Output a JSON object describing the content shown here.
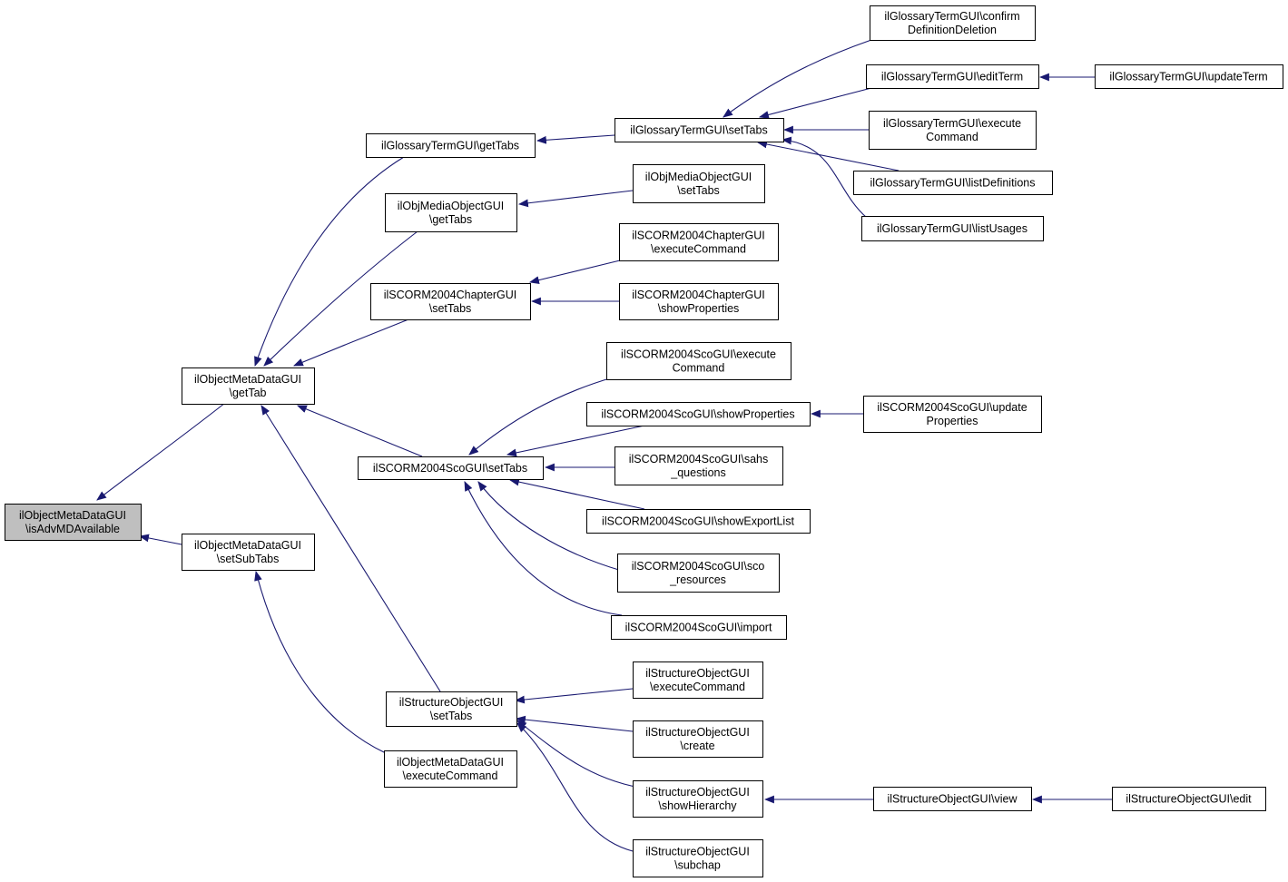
{
  "colors": {
    "edge": "#191970",
    "node_fill": "#ffffff",
    "node_border": "#000000",
    "root_fill": "#bfbfbf"
  },
  "nodes": [
    {
      "id": "root",
      "lines": [
        "ilObjectMetaDataGUI",
        "\\isAdvMDAvailable"
      ],
      "highlight": true
    },
    {
      "id": "gettab",
      "lines": [
        "ilObjectMetaDataGUI",
        "\\getTab"
      ]
    },
    {
      "id": "setsubtabs",
      "lines": [
        "ilObjectMetaDataGUI",
        "\\setSubTabs"
      ]
    },
    {
      "id": "gloss_gettabs",
      "lines": [
        "ilGlossaryTermGUI\\getTabs"
      ]
    },
    {
      "id": "objmedia_gettabs",
      "lines": [
        "ilObjMediaObjectGUI",
        "\\getTabs"
      ]
    },
    {
      "id": "chapter_settabs",
      "lines": [
        "ilSCORM2004ChapterGUI",
        "\\setTabs"
      ]
    },
    {
      "id": "sco_settabs",
      "lines": [
        "ilSCORM2004ScoGUI\\setTabs"
      ]
    },
    {
      "id": "struct_settabs",
      "lines": [
        "ilStructureObjectGUI",
        "\\setTabs"
      ]
    },
    {
      "id": "omd_execute",
      "lines": [
        "ilObjectMetaDataGUI",
        "\\executeCommand"
      ]
    },
    {
      "id": "gloss_settabs",
      "lines": [
        "ilGlossaryTermGUI\\setTabs"
      ]
    },
    {
      "id": "objmedia_settabs",
      "lines": [
        "ilObjMediaObjectGUI",
        "\\setTabs"
      ]
    },
    {
      "id": "chapter_execute",
      "lines": [
        "ilSCORM2004ChapterGUI",
        "\\executeCommand"
      ]
    },
    {
      "id": "chapter_showprops",
      "lines": [
        "ilSCORM2004ChapterGUI",
        "\\showProperties"
      ]
    },
    {
      "id": "sco_execute",
      "lines": [
        "ilSCORM2004ScoGUI\\execute",
        "Command"
      ]
    },
    {
      "id": "sco_showprops",
      "lines": [
        "ilSCORM2004ScoGUI\\showProperties"
      ]
    },
    {
      "id": "sco_sahs",
      "lines": [
        "ilSCORM2004ScoGUI\\sahs",
        "_questions"
      ]
    },
    {
      "id": "sco_exportlist",
      "lines": [
        "ilSCORM2004ScoGUI\\showExportList"
      ]
    },
    {
      "id": "sco_resources",
      "lines": [
        "ilSCORM2004ScoGUI\\sco",
        "_resources"
      ]
    },
    {
      "id": "sco_import",
      "lines": [
        "ilSCORM2004ScoGUI\\import"
      ]
    },
    {
      "id": "struct_execute",
      "lines": [
        "ilStructureObjectGUI",
        "\\executeCommand"
      ]
    },
    {
      "id": "struct_create",
      "lines": [
        "ilStructureObjectGUI",
        "\\create"
      ]
    },
    {
      "id": "struct_showhier",
      "lines": [
        "ilStructureObjectGUI",
        "\\showHierarchy"
      ]
    },
    {
      "id": "struct_subchap",
      "lines": [
        "ilStructureObjectGUI",
        "\\subchap"
      ]
    },
    {
      "id": "gloss_confirm",
      "lines": [
        "ilGlossaryTermGUI\\confirm",
        "DefinitionDeletion"
      ]
    },
    {
      "id": "gloss_editterm",
      "lines": [
        "ilGlossaryTermGUI\\editTerm"
      ]
    },
    {
      "id": "gloss_execute",
      "lines": [
        "ilGlossaryTermGUI\\execute",
        "Command"
      ]
    },
    {
      "id": "gloss_listdefs",
      "lines": [
        "ilGlossaryTermGUI\\listDefinitions"
      ]
    },
    {
      "id": "gloss_listusages",
      "lines": [
        "ilGlossaryTermGUI\\listUsages"
      ]
    },
    {
      "id": "gloss_updateterm",
      "lines": [
        "ilGlossaryTermGUI\\updateTerm"
      ]
    },
    {
      "id": "sco_updateprops",
      "lines": [
        "ilSCORM2004ScoGUI\\update",
        "Properties"
      ]
    },
    {
      "id": "struct_view",
      "lines": [
        "ilStructureObjectGUI\\view"
      ]
    },
    {
      "id": "struct_edit",
      "lines": [
        "ilStructureObjectGUI\\edit"
      ]
    }
  ],
  "edges": [
    {
      "from": "gettab",
      "to": "root"
    },
    {
      "from": "setsubtabs",
      "to": "root"
    },
    {
      "from": "gloss_gettabs",
      "to": "gettab"
    },
    {
      "from": "objmedia_gettabs",
      "to": "gettab"
    },
    {
      "from": "chapter_settabs",
      "to": "gettab"
    },
    {
      "from": "sco_settabs",
      "to": "gettab"
    },
    {
      "from": "struct_settabs",
      "to": "gettab"
    },
    {
      "from": "omd_execute",
      "to": "setsubtabs"
    },
    {
      "from": "gloss_settabs",
      "to": "gloss_gettabs"
    },
    {
      "from": "objmedia_settabs",
      "to": "objmedia_gettabs"
    },
    {
      "from": "chapter_execute",
      "to": "chapter_settabs"
    },
    {
      "from": "chapter_showprops",
      "to": "chapter_settabs"
    },
    {
      "from": "sco_execute",
      "to": "sco_settabs"
    },
    {
      "from": "sco_showprops",
      "to": "sco_settabs"
    },
    {
      "from": "sco_sahs",
      "to": "sco_settabs"
    },
    {
      "from": "sco_exportlist",
      "to": "sco_settabs"
    },
    {
      "from": "sco_resources",
      "to": "sco_settabs"
    },
    {
      "from": "sco_import",
      "to": "sco_settabs"
    },
    {
      "from": "struct_execute",
      "to": "struct_settabs"
    },
    {
      "from": "struct_create",
      "to": "struct_settabs"
    },
    {
      "from": "struct_showhier",
      "to": "struct_settabs"
    },
    {
      "from": "struct_subchap",
      "to": "struct_settabs"
    },
    {
      "from": "gloss_confirm",
      "to": "gloss_settabs"
    },
    {
      "from": "gloss_editterm",
      "to": "gloss_settabs"
    },
    {
      "from": "gloss_execute",
      "to": "gloss_settabs"
    },
    {
      "from": "gloss_listdefs",
      "to": "gloss_settabs"
    },
    {
      "from": "gloss_listusages",
      "to": "gloss_settabs"
    },
    {
      "from": "gloss_updateterm",
      "to": "gloss_editterm"
    },
    {
      "from": "sco_updateprops",
      "to": "sco_showprops"
    },
    {
      "from": "struct_view",
      "to": "struct_showhier"
    },
    {
      "from": "struct_edit",
      "to": "struct_view"
    }
  ]
}
